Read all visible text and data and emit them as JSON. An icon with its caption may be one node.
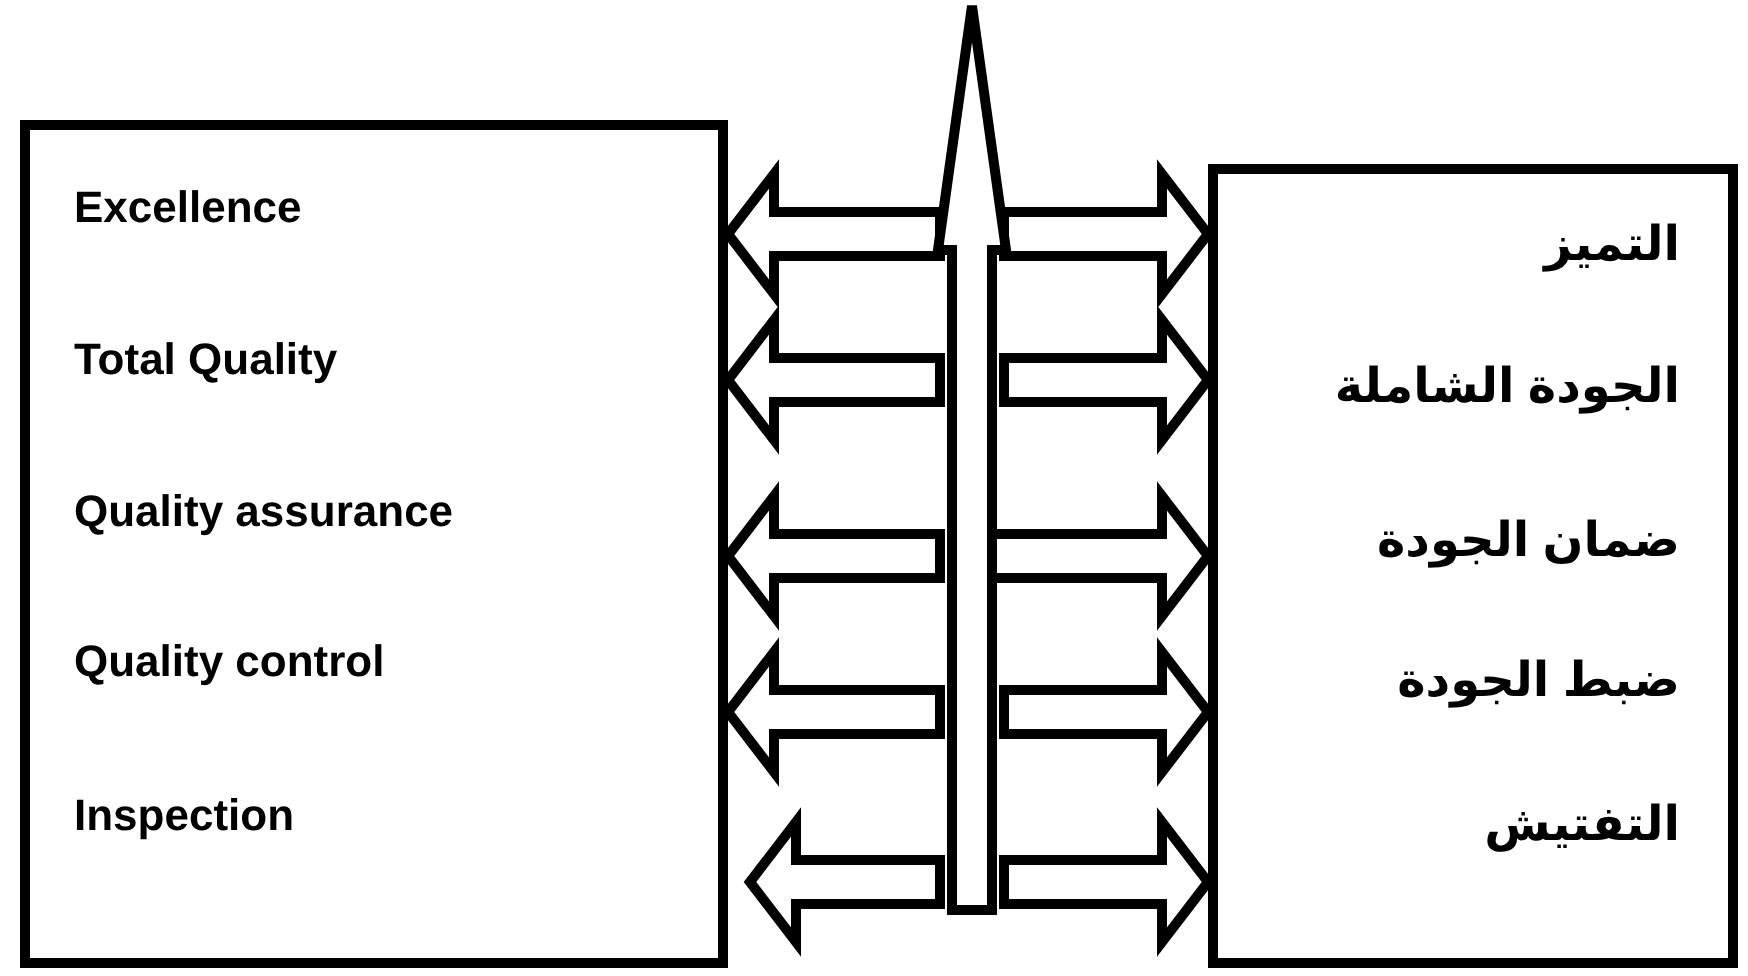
{
  "diagram": {
    "nodes": [
      {
        "text": [
          "Excellence",
          "Total Quality",
          "Quality assurance",
          "Quality control",
          "Inspection"
        ]
      },
      {
        "text": [
          "التميز",
          "الجودة الشاملة",
          "ضمان الجودة",
          "ضبط الجودة",
          "التفتيش"
        ]
      }
    ],
    "edges": [
      {
        "from": null,
        "to": 0,
        "arrow": "to"
      },
      {
        "from": null,
        "to": 1,
        "arrow": "to"
      },
      {
        "from": null,
        "to": 0,
        "arrow": "to"
      },
      {
        "from": null,
        "to": 1,
        "arrow": "to"
      },
      {
        "from": null,
        "to": 0,
        "arrow": "to"
      },
      {
        "from": null,
        "to": 1,
        "arrow": "to"
      },
      {
        "from": null,
        "to": 0,
        "arrow": "to"
      },
      {
        "from": null,
        "to": 1,
        "arrow": "to"
      },
      {
        "from": null,
        "to": 0,
        "arrow": "to"
      },
      {
        "from": null,
        "to": 1,
        "arrow": "to"
      }
    ]
  }
}
